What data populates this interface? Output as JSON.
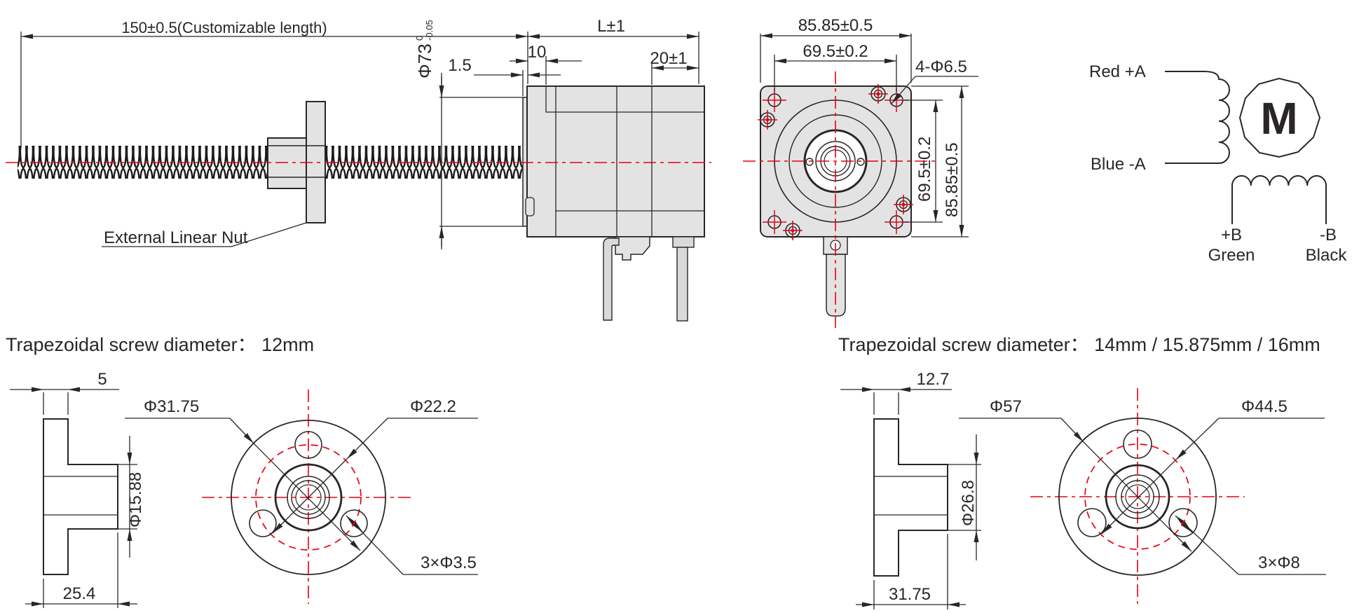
{
  "colors": {
    "line": "#2b2626",
    "centerline_red": "#e60012",
    "body_gray": "#e3e3e4"
  },
  "side_view": {
    "nut_label": "External Linear Nut",
    "dims": {
      "screw_length": "150±0.5(Customizable length)",
      "pilot_diameter": "Φ73",
      "pilot_tol_upper": "0",
      "pilot_tol_lower": "-0.05",
      "boss_length": "1.5",
      "flange_length": "10",
      "motor_length": "L±1",
      "rear_length": "20±1"
    }
  },
  "front_view": {
    "dims": {
      "width_outer": "85.85±0.5",
      "hole_spacing_h": "69.5±0.2",
      "corner_holes": "4-Φ6.5",
      "hole_spacing_v": "69.5±0.2",
      "height_outer": "85.85±0.5"
    }
  },
  "wiring_diagram": {
    "phase_a_positive": "Red +A",
    "phase_a_negative": "Blue -A",
    "motor_symbol": "M",
    "phase_b_positive": "+B",
    "phase_b_positive_color": "Green",
    "phase_b_negative": "-B",
    "phase_b_negative_color": "Black"
  },
  "nut_detail_12mm": {
    "title": "Trapezoidal screw diameter： 12mm",
    "dims": {
      "flange_thickness": "5",
      "flange_diameter": "Φ31.75",
      "bolt_circle_diameter": "Φ22.2",
      "body_diameter": "Φ15.88",
      "total_length": "25.4",
      "mounting_holes": "3×Φ3.5"
    }
  },
  "nut_detail_16mm": {
    "title": "Trapezoidal screw diameter： 14mm / 15.875mm / 16mm",
    "dims": {
      "flange_thickness": "12.7",
      "flange_diameter": "Φ57",
      "bolt_circle_diameter": "Φ44.5",
      "body_diameter": "Φ26.8",
      "total_length": "31.75",
      "mounting_holes": "3×Φ8"
    }
  }
}
